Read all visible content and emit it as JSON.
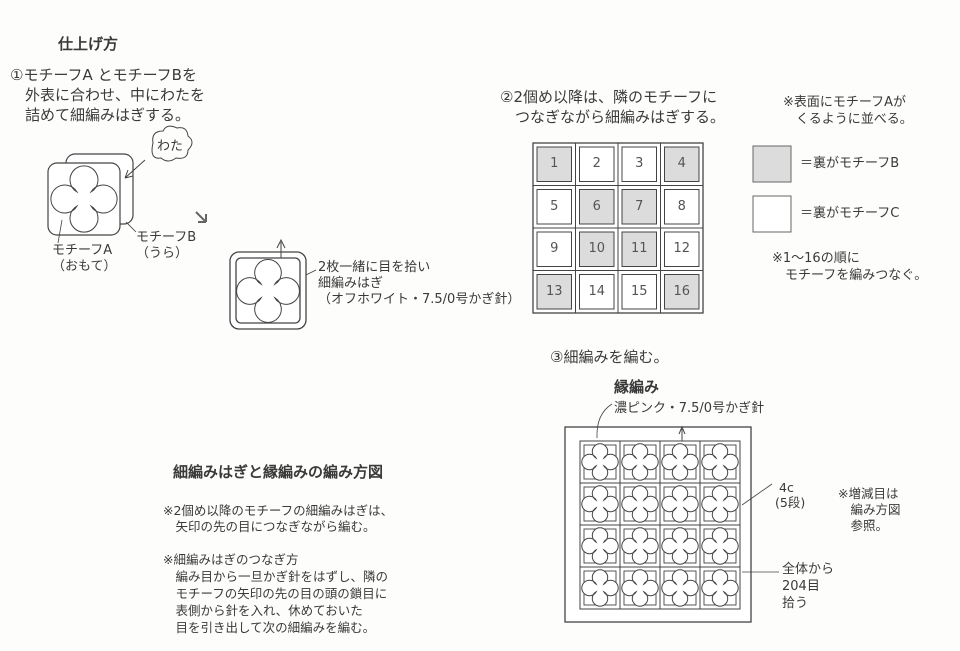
{
  "title": "仕上げ方",
  "step1": {
    "lines": [
      "①モチーフA とモチーフBを",
      "　外表に合わせ、中にわたを",
      "　詰めて細編みはぎする。"
    ],
    "cotton_label": "わた",
    "motif_a_label": [
      "モチーフA",
      "（おもて）"
    ],
    "motif_b_label": [
      "モチーフB",
      "（うら）"
    ],
    "join_note": [
      "2枚一緒に目を拾い",
      "細編みはぎ",
      "（オフホワイト・7.5/0号かぎ針）"
    ]
  },
  "step2": {
    "lines": [
      "②2個め以降は、隣のモチーフに",
      "　つなぎながら細編みはぎする。"
    ],
    "grid": [
      {
        "n": "1",
        "shaded": true
      },
      {
        "n": "2",
        "shaded": false
      },
      {
        "n": "3",
        "shaded": false
      },
      {
        "n": "4",
        "shaded": true
      },
      {
        "n": "5",
        "shaded": false
      },
      {
        "n": "6",
        "shaded": true
      },
      {
        "n": "7",
        "shaded": true
      },
      {
        "n": "8",
        "shaded": false
      },
      {
        "n": "9",
        "shaded": false
      },
      {
        "n": "10",
        "shaded": true
      },
      {
        "n": "11",
        "shaded": true
      },
      {
        "n": "12",
        "shaded": false
      },
      {
        "n": "13",
        "shaded": true
      },
      {
        "n": "14",
        "shaded": false
      },
      {
        "n": "15",
        "shaded": false
      },
      {
        "n": "16",
        "shaded": true
      }
    ],
    "note_top": [
      "※表面にモチーフAが",
      "　くるように並べる。"
    ],
    "legend_b": "＝裏がモチーフB",
    "legend_c": "＝裏がモチーフC",
    "note_order": [
      "※1〜16の順に",
      "　モチーフを編みつなぐ。"
    ],
    "colors": {
      "shaded": "#dcdcdc",
      "line": "#555555"
    }
  },
  "step3": {
    "line": "③細編みを編む。",
    "edge_title": "縁編み",
    "edge_yarn": "濃ピンク・7.5/0号かぎ針",
    "rows_label": [
      "4c",
      "(5段)"
    ],
    "pickup_label": [
      "全体から",
      "204目",
      "拾う"
    ],
    "note": [
      "※増減目は",
      "　編み方図",
      "　参照。"
    ]
  },
  "diagram_notes": {
    "heading": "細編みはぎと縁編みの編み方図",
    "note1": [
      "※2個め以降のモチーフの細編みはぎは、",
      "　矢印の先の目につなぎながら編む。"
    ],
    "note2": [
      "※細編みはぎのつなぎ方",
      "　編み目から一旦かぎ針をはずし、隣の",
      "　モチーフの矢印の先の目の頭の鎖目に",
      "　表側から針を入れ、休めておいた",
      "　目を引き出して次の細編みを編む。"
    ]
  }
}
